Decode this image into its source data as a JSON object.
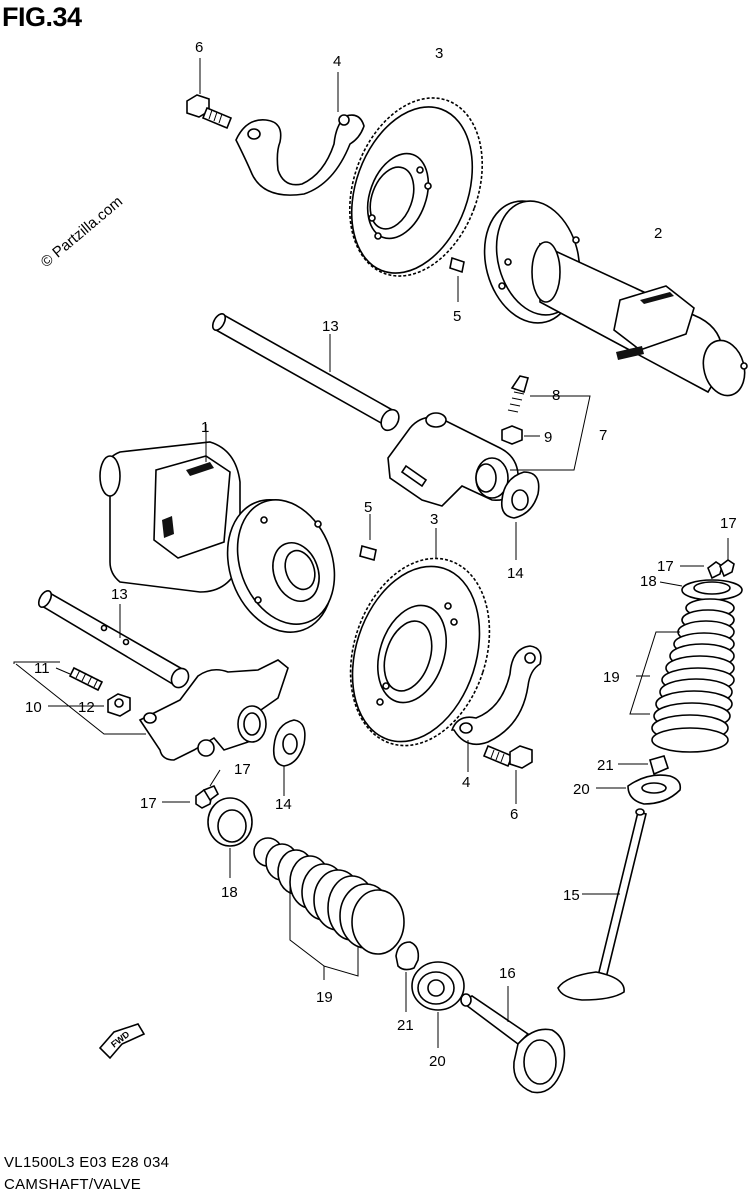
{
  "figure": {
    "title": "FIG.34",
    "watermark": "© Partzilla.com",
    "model_code": "VL1500L3  E03  E28  034",
    "caption": "CAMSHAFT/VALVE",
    "fwd_label": "FWD"
  },
  "callouts": [
    {
      "id": "c-6a",
      "label": "6"
    },
    {
      "id": "c-4a",
      "label": "4"
    },
    {
      "id": "c-3a",
      "label": "3"
    },
    {
      "id": "c-2",
      "label": "2"
    },
    {
      "id": "c-5a",
      "label": "5"
    },
    {
      "id": "c-13a",
      "label": "13"
    },
    {
      "id": "c-8",
      "label": "8"
    },
    {
      "id": "c-9",
      "label": "9"
    },
    {
      "id": "c-7",
      "label": "7"
    },
    {
      "id": "c-1",
      "label": "1"
    },
    {
      "id": "c-14a",
      "label": "14"
    },
    {
      "id": "c-5b",
      "label": "5"
    },
    {
      "id": "c-3b",
      "label": "3"
    },
    {
      "id": "c-17a",
      "label": "17"
    },
    {
      "id": "c-17b",
      "label": "17"
    },
    {
      "id": "c-18a",
      "label": "18"
    },
    {
      "id": "c-13b",
      "label": "13"
    },
    {
      "id": "c-11",
      "label": "11"
    },
    {
      "id": "c-10",
      "label": "10"
    },
    {
      "id": "c-12",
      "label": "12"
    },
    {
      "id": "c-19a",
      "label": "19"
    },
    {
      "id": "c-17c",
      "label": "17"
    },
    {
      "id": "c-17d",
      "label": "17"
    },
    {
      "id": "c-14b",
      "label": "14"
    },
    {
      "id": "c-4b",
      "label": "4"
    },
    {
      "id": "c-6b",
      "label": "6"
    },
    {
      "id": "c-21a",
      "label": "21"
    },
    {
      "id": "c-20a",
      "label": "20"
    },
    {
      "id": "c-18b",
      "label": "18"
    },
    {
      "id": "c-15",
      "label": "15"
    },
    {
      "id": "c-19b",
      "label": "19"
    },
    {
      "id": "c-16",
      "label": "16"
    },
    {
      "id": "c-21b",
      "label": "21"
    },
    {
      "id": "c-20b",
      "label": "20"
    }
  ]
}
